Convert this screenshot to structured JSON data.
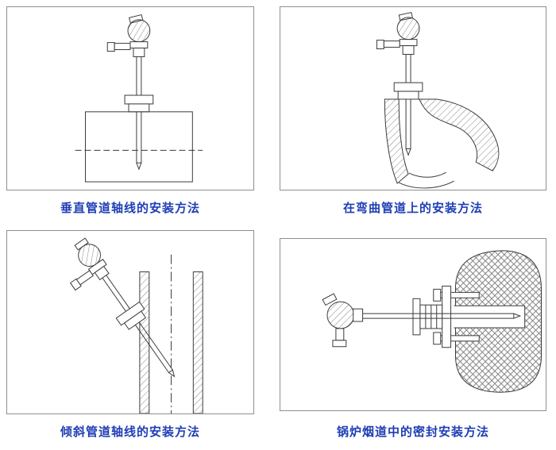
{
  "page": {
    "background": "#ffffff"
  },
  "colors": {
    "caption_blue": "#1f3eb5",
    "drawing_line": "#3a3a3a",
    "panel_border": "#8f8f8f"
  },
  "panels": [
    {
      "id": "vertical-pipe",
      "caption": "垂直管道轴线的安装方法"
    },
    {
      "id": "curved-pipe",
      "caption": "在弯曲管道上的安装方法"
    },
    {
      "id": "inclined-pipe",
      "caption": "倾斜管道轴线的安装方法"
    },
    {
      "id": "boiler-flue",
      "caption": "锅炉烟道中的密封安装方法"
    }
  ]
}
